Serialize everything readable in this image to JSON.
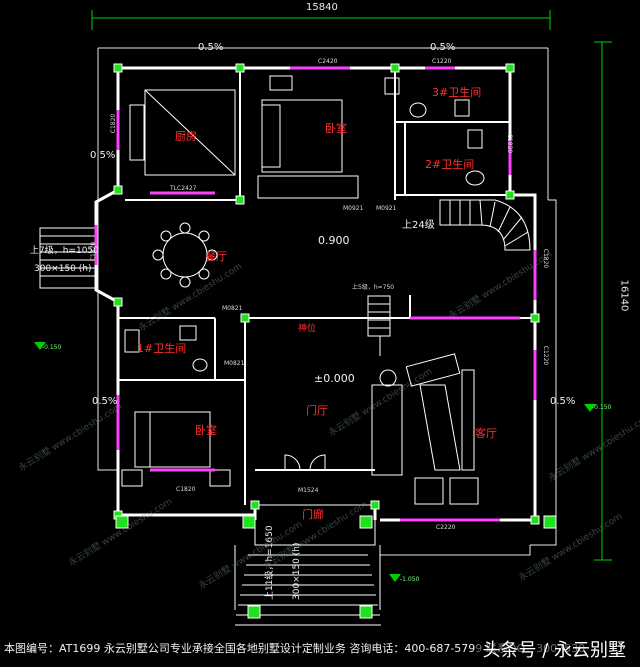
{
  "plan": {
    "dim_width": "15840",
    "dim_height": "16140",
    "rooms": {
      "kitchen": "厨房",
      "bedroom_top": "卧室",
      "bath3": "3#卫生间",
      "bath2": "2#卫生间",
      "dining": "餐厅",
      "bath1": "1#卫生间",
      "bedroom_bottom": "卧室",
      "foyer": "门厅",
      "living": "客厅",
      "porch": "门廊",
      "shrine": "神位"
    },
    "levels": {
      "main": "±0.000",
      "upper": "0.900",
      "ext_left": "-0.150",
      "ext_right": "-0.150",
      "ext_bottom": "-1.050"
    },
    "slopes": {
      "s1": "0.5%",
      "s2": "0.5%",
      "s3": "0.5%",
      "s4": "0.5%",
      "s5": "0.5%"
    },
    "stairs": {
      "main": "上24级",
      "side_a": "上7级，h=1050",
      "side_b": "300×150 (h)",
      "front_a": "上11级，h=1650",
      "front_b": "300×150 (h)",
      "small": "上5级，h=750"
    },
    "windows": {
      "w1": "C2420",
      "w2": "C1220",
      "w3": "C1820",
      "w4": "C1820",
      "w5": "TLC2427",
      "w6": "C1820",
      "w7": "C2220",
      "w8": "C1220",
      "w9": "C1820",
      "w10": "C1820"
    },
    "doors": {
      "d1": "M0921",
      "d2": "M0821",
      "d3": "M1524",
      "d4": "M0821",
      "d5": "M0921"
    }
  },
  "watermark": "永云别墅 www.cbieshu.com",
  "footer": {
    "text": "本图编号：AT1699  永云别墅公司专业承接全国各地别墅设计定制业务  咨询电话：400-687-5799  联系QQ：3007530",
    "brand": "头条号 / 永云别墅"
  },
  "colors": {
    "background": "#000000",
    "walls": "#ffffff",
    "room_labels": "#ff3030",
    "windows": "#ff40ff",
    "dimension_lines": "#00d000",
    "columns": "#20e020"
  }
}
